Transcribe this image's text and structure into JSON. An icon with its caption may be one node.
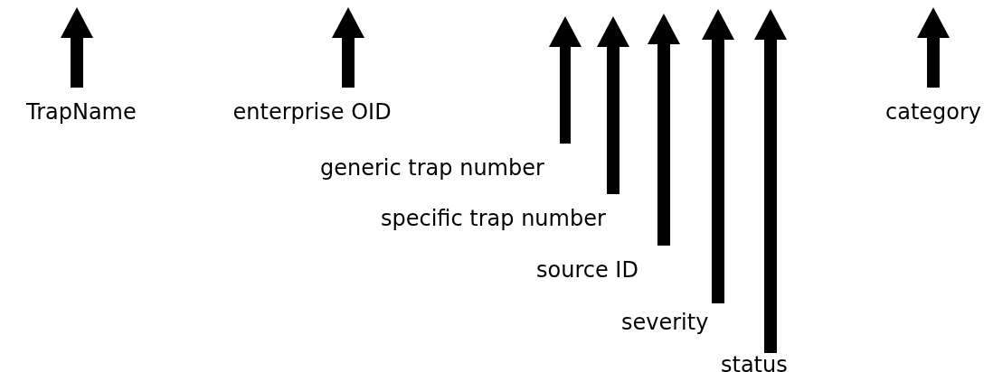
{
  "diagram": {
    "nodes": [
      {
        "text": [
          "TrapName"
        ]
      },
      {
        "text": [
          "enterprise OID"
        ]
      },
      {
        "text": [
          "generic trap number"
        ]
      },
      {
        "text": [
          "specific trap number"
        ]
      },
      {
        "text": [
          "source ID"
        ]
      },
      {
        "text": [
          "severity"
        ]
      },
      {
        "text": [
          "status"
        ]
      },
      {
        "text": [
          "category"
        ]
      }
    ],
    "edges": [
      {
        "from": 0,
        "to": null,
        "arrow": "to"
      },
      {
        "from": 1,
        "to": null,
        "arrow": "to"
      },
      {
        "from": 2,
        "to": null,
        "arrow": "to"
      },
      {
        "from": 3,
        "to": null,
        "arrow": "to"
      },
      {
        "from": 4,
        "to": null,
        "arrow": "to"
      },
      {
        "from": 5,
        "to": null,
        "arrow": "to"
      },
      {
        "from": 6,
        "to": null,
        "arrow": "to"
      },
      {
        "from": 7,
        "to": null,
        "arrow": "to"
      }
    ]
  }
}
